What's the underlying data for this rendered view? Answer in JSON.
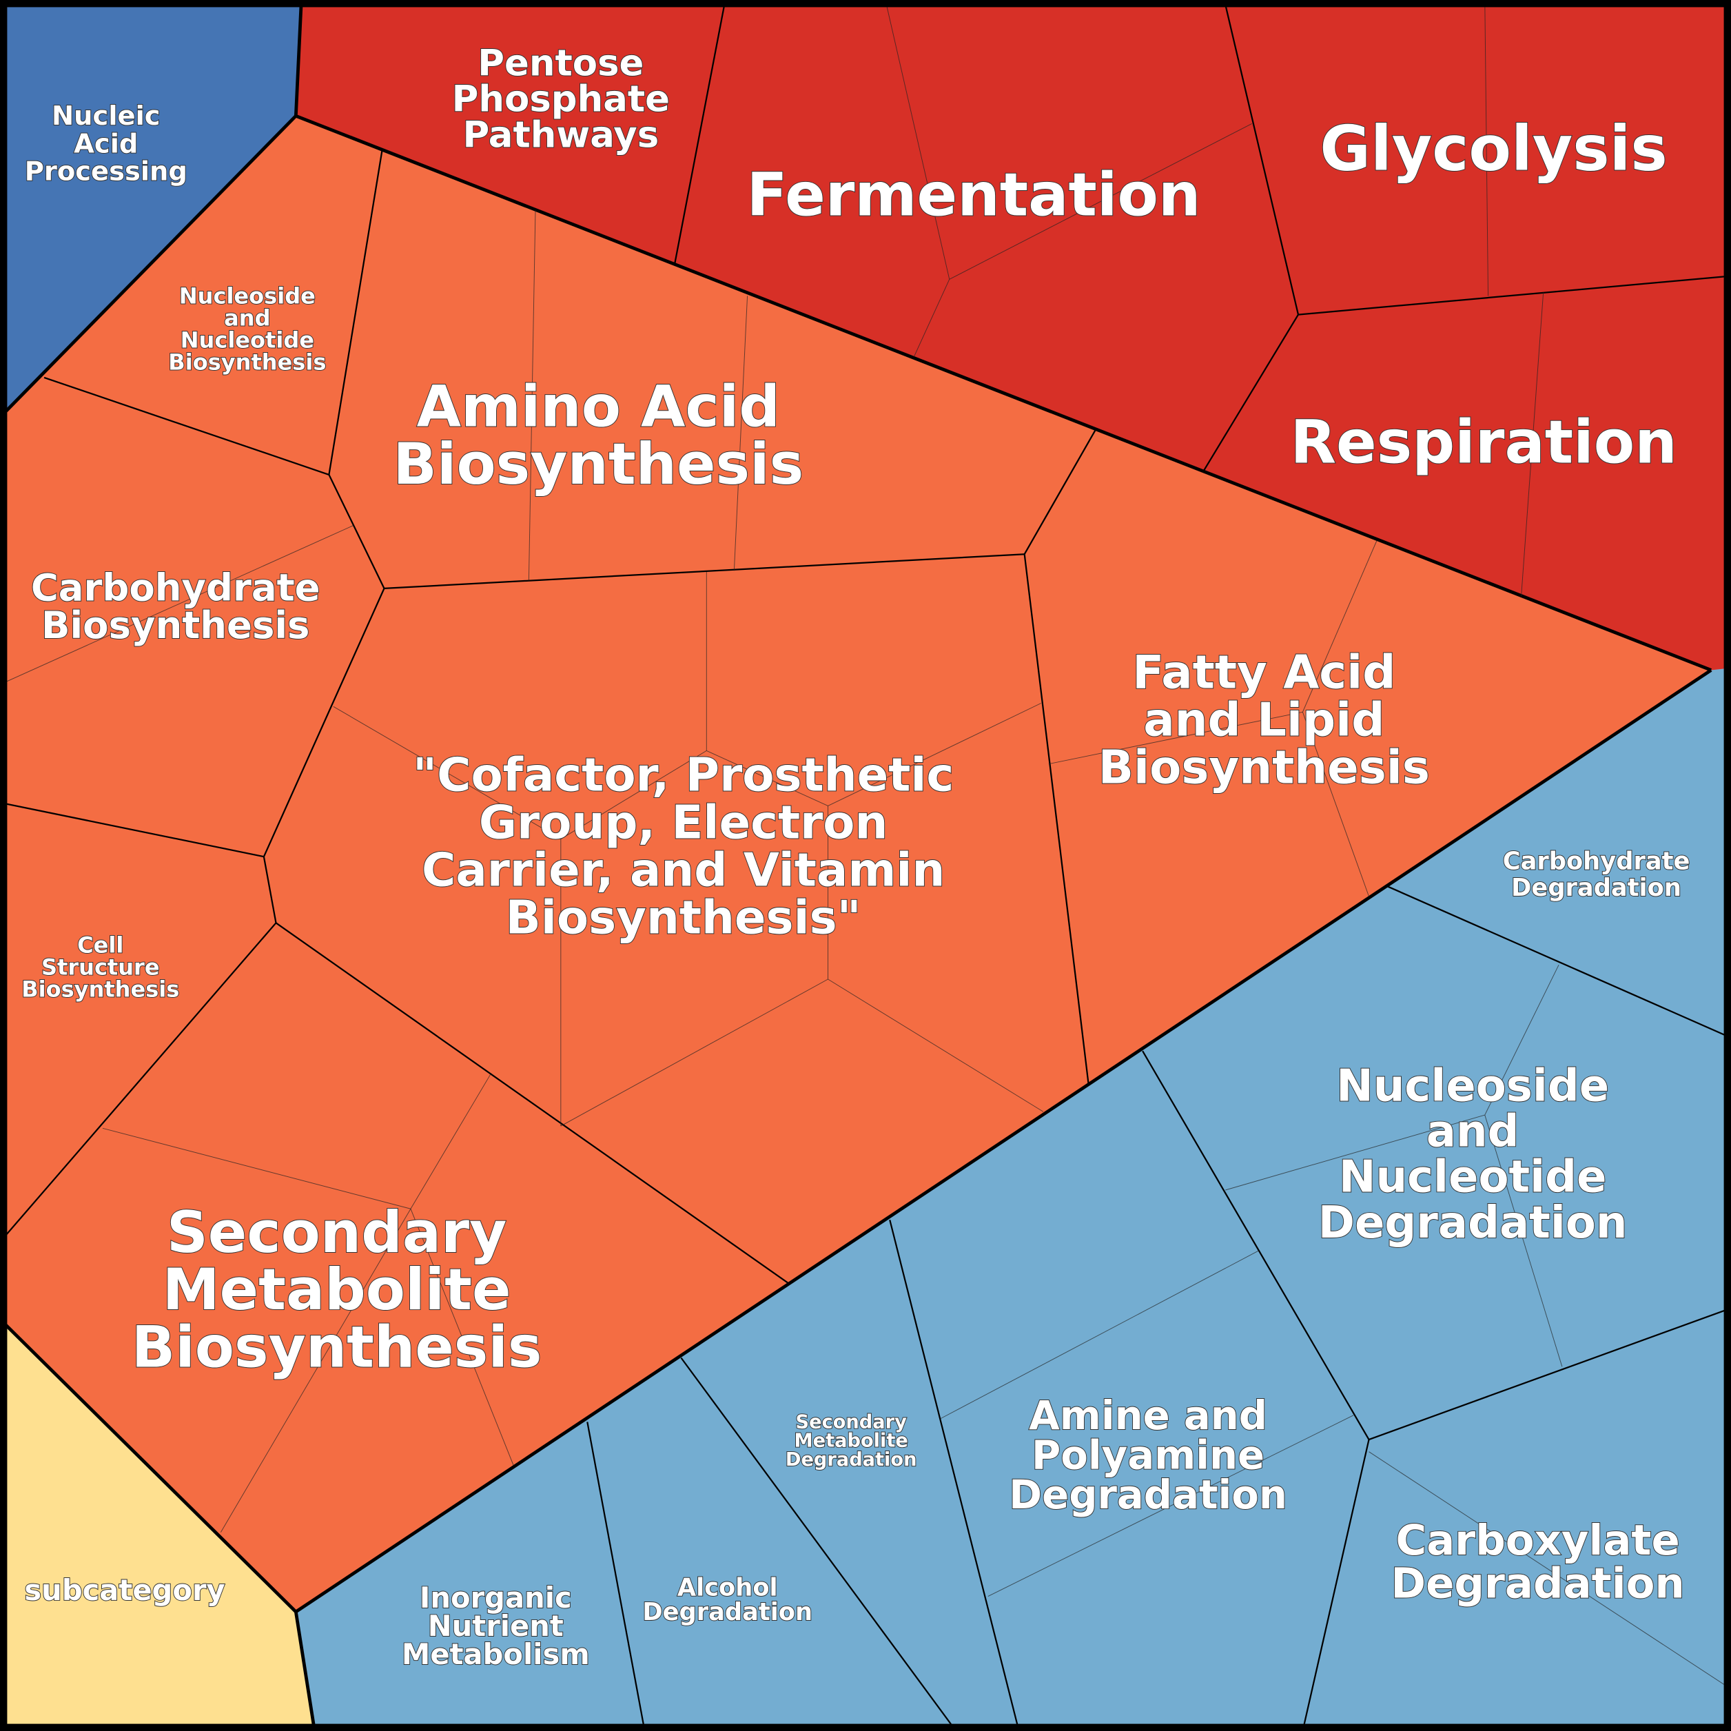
{
  "colors": {
    "nucleic_acid_processing": "#4575b4",
    "energy": "#d73027",
    "biosynthesis": "#f46d43",
    "degradation": "#74add1",
    "subcategory": "#fee090",
    "border": "#000000"
  },
  "labels": {
    "nucleic_acid_processing": [
      "Nucleic",
      "Acid",
      "Processing"
    ],
    "pentose_phosphate": [
      "Pentose",
      "Phosphate",
      "Pathways"
    ],
    "fermentation": [
      "Fermentation"
    ],
    "glycolysis": [
      "Glycolysis"
    ],
    "respiration": [
      "Respiration"
    ],
    "nucleoside_biosynthesis": [
      "Nucleoside",
      "and",
      "Nucleotide",
      "Biosynthesis"
    ],
    "amino_acid_biosynthesis": [
      "Amino Acid",
      "Biosynthesis"
    ],
    "carbohydrate_biosynthesis": [
      "Carbohydrate",
      "Biosynthesis"
    ],
    "cofactor_biosynthesis": [
      "\"Cofactor, Prosthetic",
      "Group, Electron",
      "Carrier, and Vitamin",
      "Biosynthesis\""
    ],
    "fatty_acid_biosynthesis": [
      "Fatty Acid",
      "and Lipid",
      "Biosynthesis"
    ],
    "cell_structure_biosynthesis": [
      "Cell",
      "Structure",
      "Biosynthesis"
    ],
    "secondary_metabolite_biosynthesis": [
      "Secondary",
      "Metabolite",
      "Biosynthesis"
    ],
    "subcategory": [
      "subcategory"
    ],
    "carbohydrate_degradation": [
      "Carbohydrate",
      "Degradation"
    ],
    "nucleoside_degradation": [
      "Nucleoside",
      "and",
      "Nucleotide",
      "Degradation"
    ],
    "amine_degradation": [
      "Amine and",
      "Polyamine",
      "Degradation"
    ],
    "carboxylate_degradation": [
      "Carboxylate",
      "Degradation"
    ],
    "secondary_metabolite_degradation": [
      "Secondary",
      "Metabolite",
      "Degradation"
    ],
    "alcohol_degradation": [
      "Alcohol",
      "Degradation"
    ],
    "inorganic_nutrient_metabolism": [
      "Inorganic",
      "Nutrient",
      "Metabolism"
    ]
  }
}
